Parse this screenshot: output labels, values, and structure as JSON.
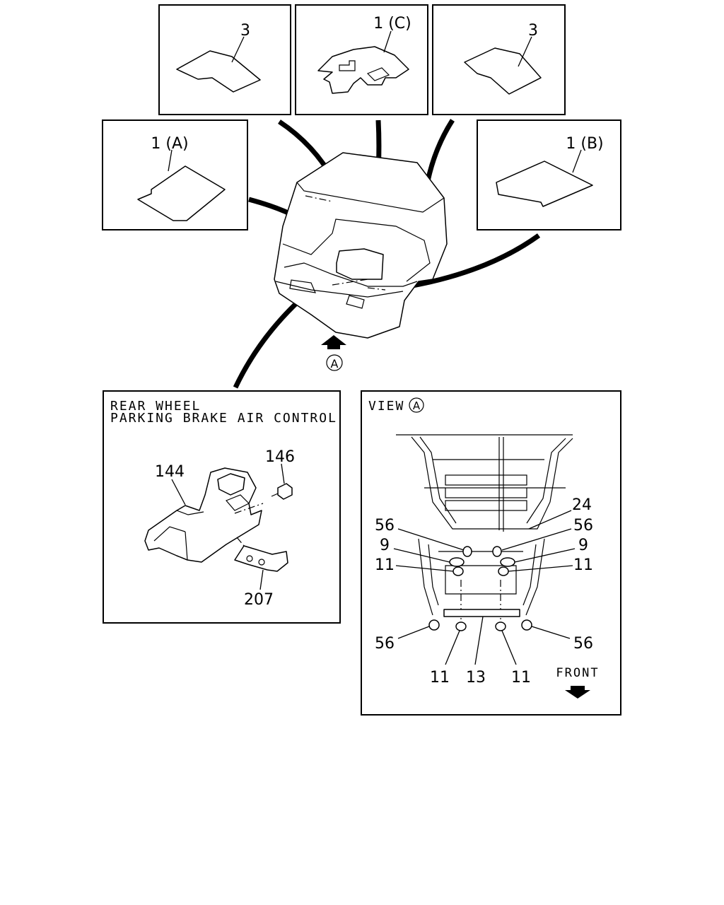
{
  "inset_boxes": {
    "top_left": {
      "label": "3"
    },
    "top_center": {
      "label": "1 (C)"
    },
    "top_right": {
      "label": "3"
    },
    "mid_left": {
      "label": "1 (A)"
    },
    "mid_right": {
      "label": "1 (B)"
    }
  },
  "main_view": {
    "arrow_label": "A"
  },
  "parking_panel": {
    "title_line1": "REAR WHEEL",
    "title_line2": "PARKING BRAKE AIR CONTROL",
    "callouts": {
      "console": "144",
      "bolt": "146",
      "bracket": "207"
    }
  },
  "view_a_panel": {
    "title": "VIEW",
    "title_circle": "A",
    "front_label": "FRONT",
    "callouts": {
      "c24": "24",
      "c56_upper_left": "56",
      "c56_upper_right": "56",
      "c9_left": "9",
      "c9_right": "9",
      "c11_upper_left": "11",
      "c11_upper_right": "11",
      "c56_lower_left": "56",
      "c56_lower_right": "56",
      "c11_bottom_left": "11",
      "c13": "13",
      "c11_bottom_right": "11"
    }
  }
}
